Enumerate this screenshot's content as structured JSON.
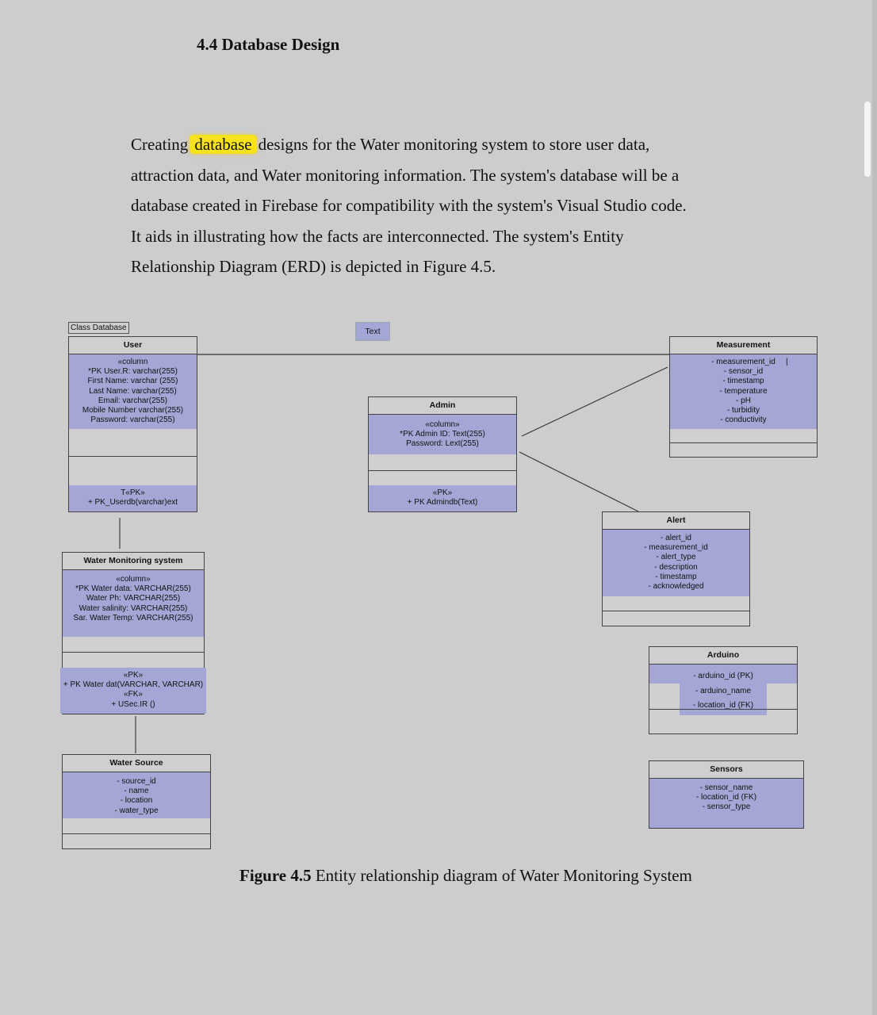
{
  "document": {
    "heading": "4.4  Database Design",
    "para_line1_pre": "Creating",
    "para_highlight": "database",
    "para_line1_post": "designs for the Water monitoring system to store user data,",
    "para_line2": "attraction data, and Water monitoring information. The system's database will be a",
    "para_line3": "database created in Firebase for compatibility with the system's Visual Studio code.",
    "para_line4": "It aids in illustrating how the facts are interconnected. The system's Entity",
    "para_line5": "Relationship Diagram (ERD) is depicted in Figure 4.5.",
    "caption_bold": "Figure 4.5",
    "caption_text": " Entity relationship diagram of Water Monitoring System",
    "highlight_color": "#f7e21b"
  },
  "diagram": {
    "frame_label": "Class Database",
    "text_chip": "Text",
    "user": {
      "title": "User",
      "attrs": [
        "«column",
        "*PK User.R: varchar(255)",
        "First Name: varchar (255)",
        "Last Name: varchar(255)",
        "Email: varchar(255)",
        "Mobile Number varchar(255)",
        "Password: varchar(255)"
      ],
      "ops": [
        "T«PK»",
        "+ PK_Userdb(varchar)ext"
      ]
    },
    "admin": {
      "title": "Admin",
      "attrs": [
        "«column»",
        "*PK Admin ID: Text(255)",
        "Password: Lext(255)"
      ],
      "ops": [
        "«PK»",
        "+ PK Admindb(Text)"
      ]
    },
    "measurement": {
      "title": "Measurement",
      "attrs": [
        "- measurement_id",
        "- sensor_id",
        "- timestamp",
        "- temperature",
        "- pH",
        "- turbidity",
        "- conductivity"
      ],
      "cursor": "|"
    },
    "alert": {
      "title": "Alert",
      "attrs": [
        "- alert_id",
        "- measurement_id",
        "- alert_type",
        "- description",
        "- timestamp",
        "- acknowledged"
      ]
    },
    "water_monitoring": {
      "title": "Water Monitoring system",
      "attrs": [
        "«column»",
        "*PK Water data: VARCHAR(255)",
        "Water Ph: VARCHAR(255)",
        "Water salinity: VARCHAR(255)",
        "Sar. Water Temp: VARCHAR(255)"
      ],
      "ops": [
        "«PK»",
        "+ PK Water dat(VARCHAR, VARCHAR)",
        "«FK»",
        "+ USec.IR ()"
      ]
    },
    "arduino": {
      "title": "Arduino",
      "attrs": [
        "- arduino_id (PK)",
        "- arduino_name",
        "- location_id (FK)"
      ]
    },
    "water_source": {
      "title": "Water Source",
      "attrs": [
        "- source_id",
        "- name",
        "- location",
        "- water_type"
      ]
    },
    "sensors": {
      "title": "Sensors",
      "attrs": [
        "- sensor_name",
        "- location_id (FK)",
        "- sensor_type"
      ]
    },
    "fill_color": "#a4a7d6"
  }
}
